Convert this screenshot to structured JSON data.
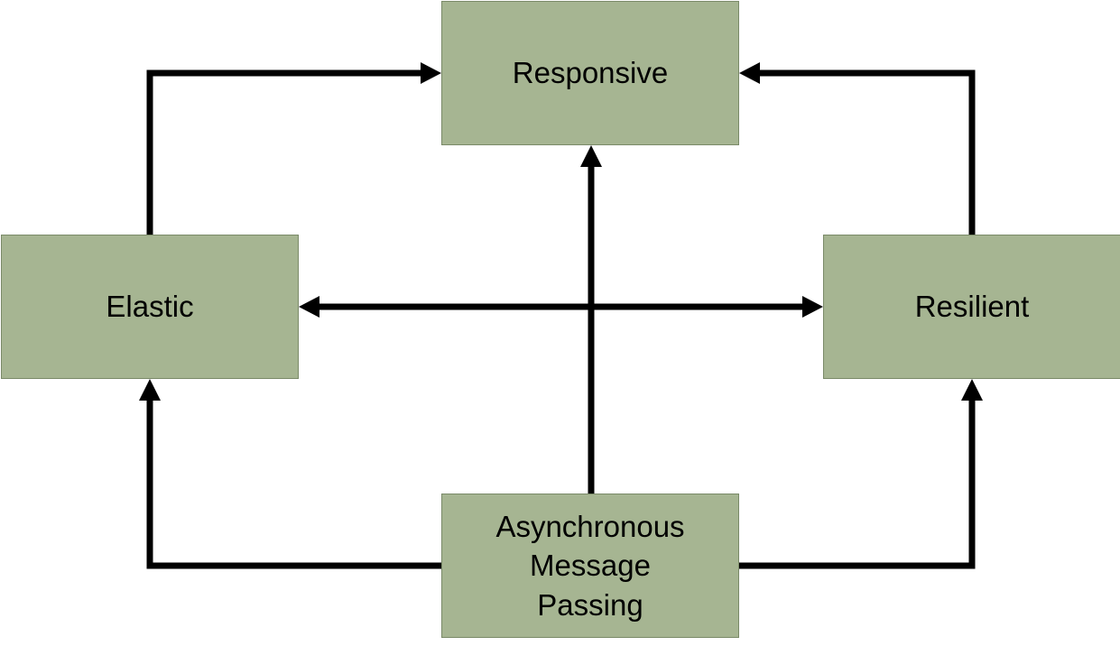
{
  "diagram": {
    "node_fill": "#a6b592",
    "node_border": "#7a8a68",
    "arrow_color": "#000000",
    "nodes": {
      "responsive": {
        "label": "Responsive"
      },
      "elastic": {
        "label": "Elastic"
      },
      "resilient": {
        "label": "Resilient"
      },
      "async": {
        "label_lines": [
          "Asynchronous",
          "Message",
          "Passing"
        ]
      }
    },
    "edges": [
      {
        "from": "elastic",
        "to": "responsive"
      },
      {
        "from": "resilient",
        "to": "responsive"
      },
      {
        "from": "async",
        "to": "responsive"
      },
      {
        "from": "async",
        "to": "elastic"
      },
      {
        "from": "async",
        "to": "resilient"
      },
      {
        "from": "elastic",
        "to": "resilient",
        "bidirectional": true
      }
    ]
  }
}
